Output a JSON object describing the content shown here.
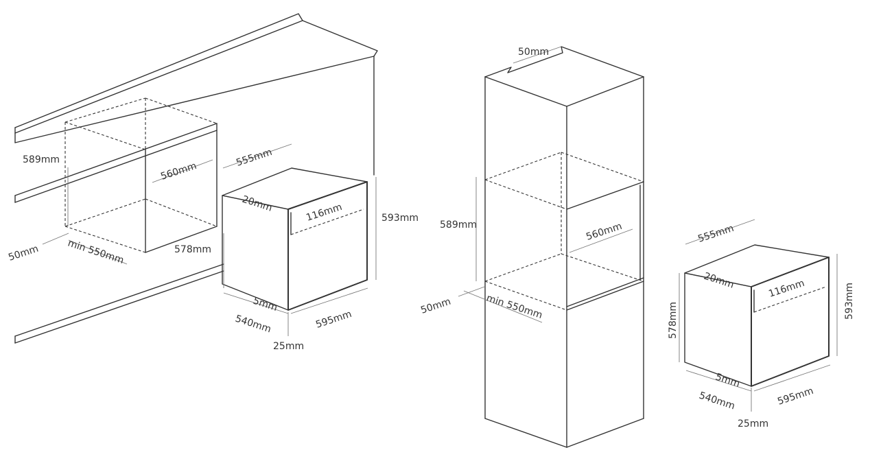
{
  "left_installation": {
    "labels": {
      "cavity_height": "589mm",
      "cavity_width": "560mm",
      "vent_depth": "50mm",
      "min_depth": "min 550mm",
      "oven_height_578": "578mm",
      "oven_depth_555": "555mm",
      "frame_20": "20mm",
      "panel_116": "116mm",
      "oven_height_593": "593mm",
      "gap_5": "5mm",
      "depth_540": "540mm",
      "width_595": "595mm",
      "front_25": "25mm"
    }
  },
  "right_installation": {
    "labels": {
      "top_vent": "50mm",
      "cavity_height": "589mm",
      "cavity_width": "560mm",
      "vent_depth": "50mm",
      "min_depth": "min 550mm",
      "oven_depth_555": "555mm",
      "frame_20": "20mm",
      "panel_116": "116mm",
      "oven_height_578": "578mm",
      "oven_height_593": "593mm",
      "gap_5": "5mm",
      "depth_540": "540mm",
      "width_595": "595mm",
      "front_25": "25mm"
    }
  }
}
